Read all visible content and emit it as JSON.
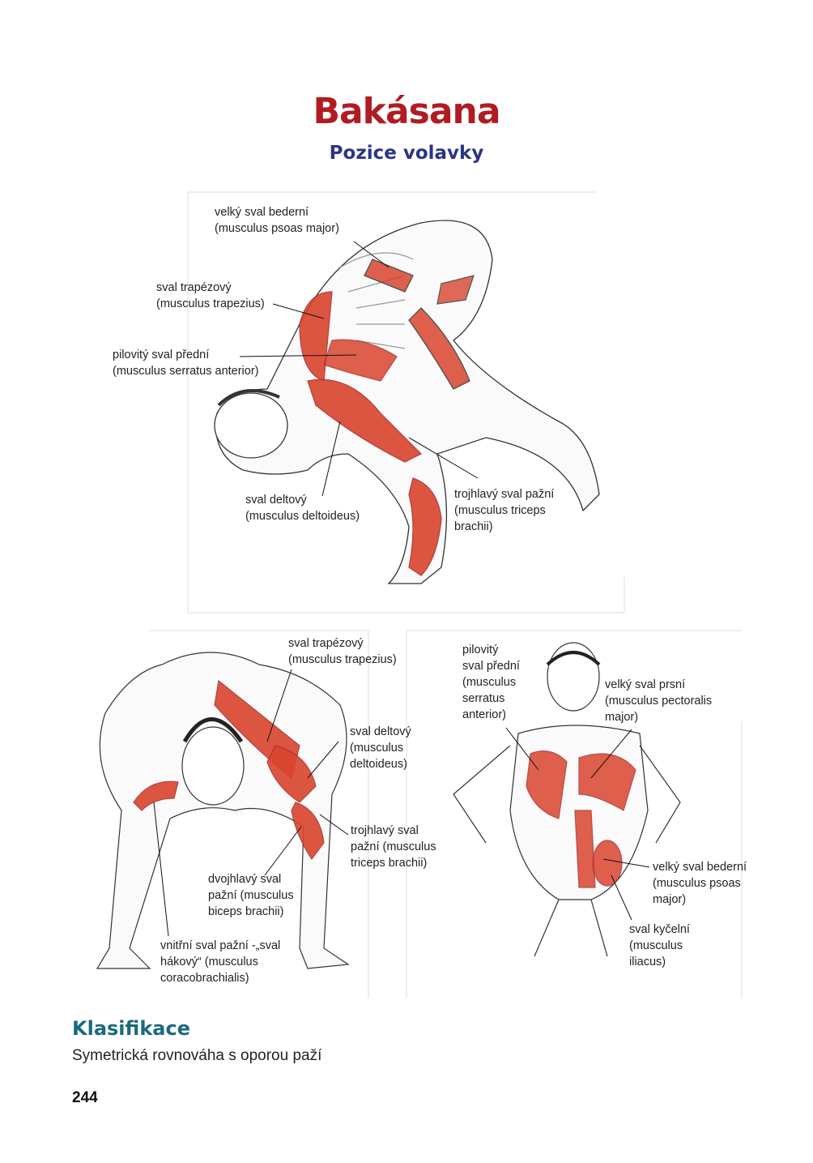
{
  "title": "Bakásana",
  "subtitle": "Pozice volavky",
  "figure_side": {
    "labels": [
      "velký sval bederní\n(musculus psoas major)",
      "sval trapézový\n(musculus trapezius)",
      "pilovitý sval přední\n(musculus serratus anterior)",
      "sval deltový\n(musculus deltoideus)",
      "trojhlavý sval pažní\n(musculus triceps\nbrachii)"
    ]
  },
  "figure_front": {
    "labels": [
      "sval trapézový\n(musculus trapezius)",
      "sval deltový\n(musculus\ndeltoideus)",
      "trojhlavý sval\npažní (musculus\ntriceps brachii)",
      "dvojhlavý sval\npažní (musculus\nbiceps brachii)",
      "vnitřní sval pažní -„sval\nhákový“ (musculus\ncoracobrachialis)"
    ]
  },
  "figure_under": {
    "labels": [
      "pilovitý\nsval přední\n(musculus\nserratus\nanterior)",
      "velký sval prsní\n(musculus pectoralis\nmajor)",
      "velký sval bederní\n(musculus psoas\nmajor)",
      "sval kyčelní\n(musculus\niliacus)"
    ]
  },
  "section": {
    "heading": "Klasifikace",
    "text": "Symetrická rovnováha s oporou paží"
  },
  "page_number": "244",
  "colors": {
    "title": "#b01c22",
    "subtitle": "#2b3486",
    "heading": "#1a6a7e",
    "muscle": "#d9442e"
  }
}
